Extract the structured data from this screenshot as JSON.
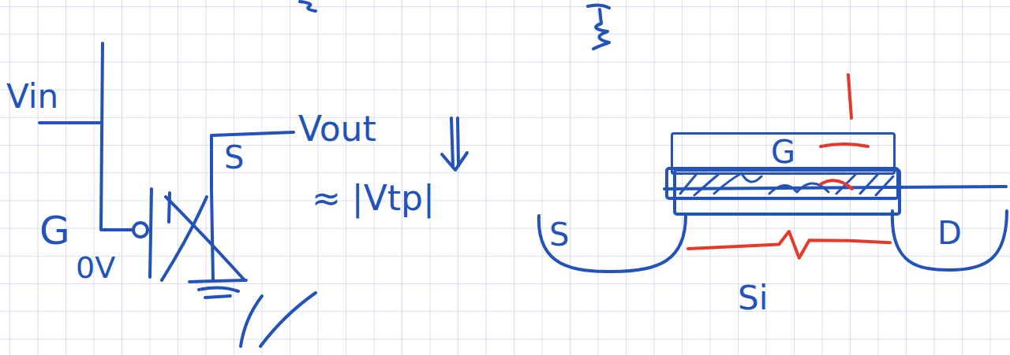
{
  "diagram": {
    "nodes": [
      {
        "text": [
          "G"
        ]
      },
      {
        "text": [
          "S"
        ]
      },
      {
        "text": [
          "D"
        ]
      }
    ],
    "edges": [
      {
        "from": 1,
        "to": 2,
        "arrow": "none"
      }
    ],
    "labels": [
      "Vin",
      "S",
      "Vout",
      "≈ |Vtp|",
      "G",
      "0V",
      "Si"
    ]
  }
}
